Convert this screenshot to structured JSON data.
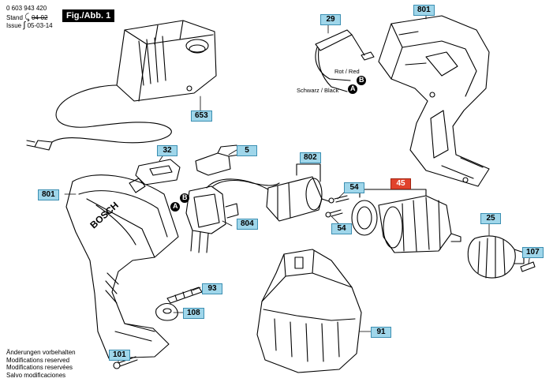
{
  "header": {
    "part_number": "0 603 943 420",
    "stand_label": "Stand",
    "stand_old": "04-02",
    "issue_label": "Issue",
    "issue_date": "05-03-14",
    "figure_label": "Fig./Abb. 1"
  },
  "wire_labels": {
    "red": "Rot / Red",
    "black": "Schwarz / Black",
    "terminal_a": "A",
    "terminal_b": "B"
  },
  "parts": [
    {
      "id": "p29",
      "label": "29"
    },
    {
      "id": "p801_top",
      "label": "801"
    },
    {
      "id": "p653",
      "label": "653"
    },
    {
      "id": "p32",
      "label": "32"
    },
    {
      "id": "p5",
      "label": "5"
    },
    {
      "id": "p802",
      "label": "802"
    },
    {
      "id": "p801_left",
      "label": "801"
    },
    {
      "id": "p804",
      "label": "804"
    },
    {
      "id": "p54a",
      "label": "54"
    },
    {
      "id": "p54b",
      "label": "54"
    },
    {
      "id": "p45",
      "label": "45",
      "highlight": true
    },
    {
      "id": "p25",
      "label": "25"
    },
    {
      "id": "p107",
      "label": "107"
    },
    {
      "id": "p93",
      "label": "93"
    },
    {
      "id": "p108",
      "label": "108"
    },
    {
      "id": "p91",
      "label": "91"
    },
    {
      "id": "p101",
      "label": "101"
    }
  ],
  "brand": "BOSCH",
  "footer": {
    "lines": [
      "Änderungen vorbehalten",
      "Modifications reserved",
      "Modifications reservées",
      "Salvo modificaciones"
    ]
  },
  "colors": {
    "callout_fill": "#9fd6ea",
    "callout_border": "#3c8fb2",
    "highlight_fill": "#e0432c"
  }
}
